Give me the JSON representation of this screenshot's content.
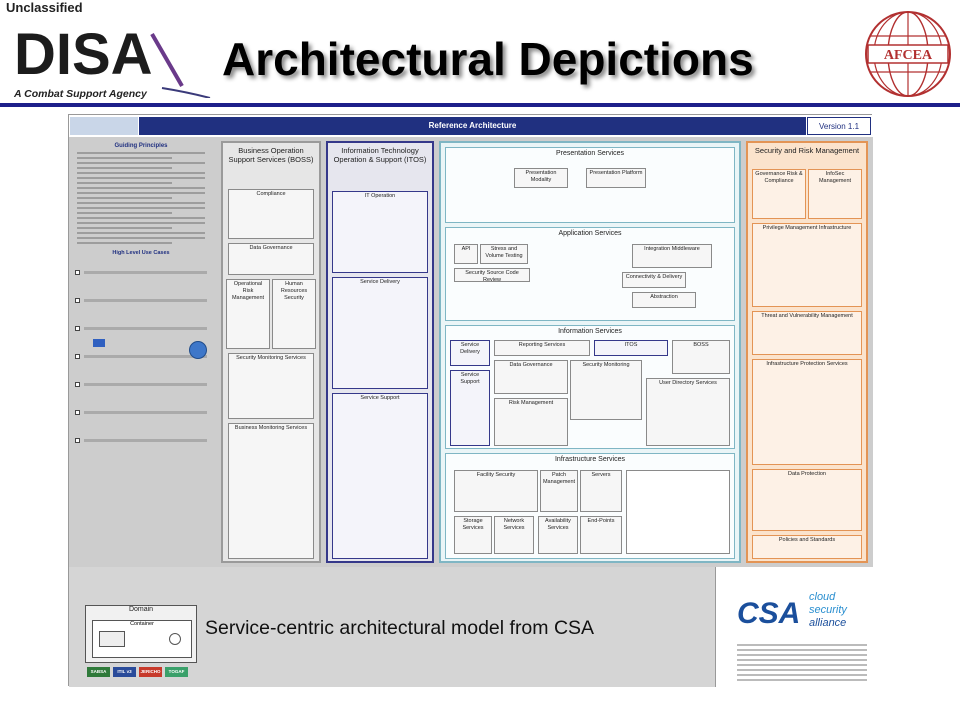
{
  "header": {
    "classification": "Unclassified",
    "org_logo_text": "DISA",
    "org_tagline": "A Combat Support Agency",
    "title": "Architectural Depictions",
    "partner_logo_text": "AFCEA"
  },
  "poster": {
    "banner_title": "Reference Architecture",
    "version": "Version 1.1",
    "guiding_title": "Guiding Principles",
    "use_case_title": "High Level Use Cases",
    "columns": {
      "boss": "Business Operation Support Services (BOSS)",
      "itos": "Information Technology Operation & Support (ITOS)",
      "srm": "Security and Risk Management"
    },
    "boss_boxes": [
      "Compliance",
      "Data Governance",
      "Operational Risk Management",
      "Human Resources Security",
      "Security Monitoring Services",
      "Business Monitoring Services"
    ],
    "itos_boxes": [
      "IT Operation",
      "Service Delivery",
      "Service Support"
    ],
    "middle_sections": {
      "presentation": "Presentation Services",
      "presentation_items": [
        "Presentation Modality",
        "Presentation Platform"
      ],
      "application": "Application Services",
      "application_items": [
        "API",
        "Stress and Volume Testing",
        "Security Source Code Review",
        "Integration Middleware",
        "Connectivity & Delivery",
        "Abstraction"
      ],
      "information": "Information Services",
      "information_items": [
        "Service Delivery",
        "Reporting Services",
        "ITOS",
        "BOSS",
        "Service Support",
        "Data Governance",
        "Security Monitoring",
        "Risk Management",
        "User Directory Services"
      ],
      "infrastructure": "Infrastructure Services",
      "infrastructure_items": [
        "Facility Security",
        "Patch Management",
        "Servers",
        "Storage Services",
        "Network Services",
        "Availability Services",
        "End-Points"
      ]
    },
    "srm_boxes": [
      "Governance Risk & Compliance",
      "InfoSec Management",
      "Privilege Management Infrastructure",
      "Threat and Vulnerability Management",
      "Infrastructure Protection Services",
      "Data Protection",
      "Policies and Standards"
    ],
    "domain_label": "Domain",
    "container_label": "Container",
    "legend": [
      "SABSA",
      "ITIL v3",
      "JERICHO",
      "TOGAF"
    ],
    "legend_colors": [
      "#2f7a3a",
      "#2a4b9a",
      "#c73a2b",
      "#3aa06a"
    ],
    "caption": "Service-centric architectural model from CSA",
    "csa_logo": {
      "mark": "CSA",
      "line1": "cloud",
      "line2": "security",
      "line3": "alliance"
    }
  },
  "colors": {
    "header_rule": "#1d1f8a",
    "banner": "#203080",
    "boss_border": "#9a9a9a",
    "itos_border": "#35388a",
    "middle_border": "#7fb6c4",
    "srm_border": "#e39455"
  }
}
